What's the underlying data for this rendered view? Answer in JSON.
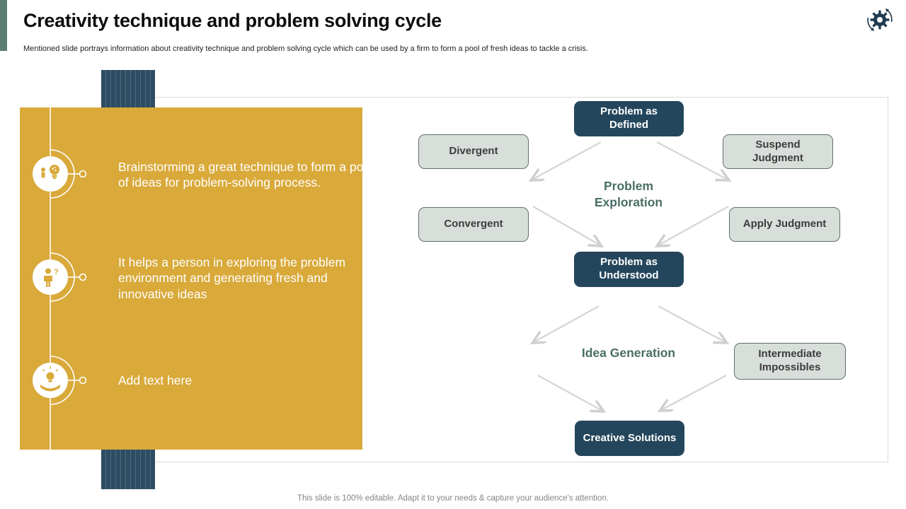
{
  "slide": {
    "title": "Creativity technique and problem solving cycle",
    "subtitle": "Mentioned slide portrays information about creativity technique and problem solving cycle which can be used by a firm to form a pool of fresh ideas to tackle a crisis.",
    "footer": "This slide is 100% editable. Adapt it to your needs & capture your audience's attention."
  },
  "colors": {
    "accent_yellow": "#D9A93A",
    "dark_navy": "#24465C",
    "light_box_fill": "#D8DED9",
    "light_box_border": "#5F6F68",
    "stage_text_teal": "#4A6E66",
    "left_bar_teal": "#5B7D74",
    "stripe_navy": "#2E4D63",
    "arrow_gray": "#D5D5D5"
  },
  "bullets": [
    {
      "icon": "bulb-person-icon",
      "text": "Brainstorming a great technique to form a pool of ideas for problem-solving process."
    },
    {
      "icon": "person-question-icon",
      "text": "It helps a person in exploring the problem environment and generating fresh and innovative ideas"
    },
    {
      "icon": "hand-bulb-icon",
      "text": "Add text here"
    }
  ],
  "flowchart": {
    "nodes": [
      {
        "label": "Problem as Defined",
        "type": "dark"
      },
      {
        "label": "Divergent",
        "type": "light"
      },
      {
        "label": "Suspend Judgment",
        "type": "light"
      },
      {
        "label": "Convergent",
        "type": "light"
      },
      {
        "label": "Apply Judgment",
        "type": "light"
      },
      {
        "label": "Problem as Understood",
        "type": "dark"
      },
      {
        "label": "Intermediate Impossibles",
        "type": "light"
      },
      {
        "label": "Creative Solutions",
        "type": "dark"
      }
    ],
    "stage_labels": [
      {
        "label": "Problem Exploration"
      },
      {
        "label": "Idea Generation"
      }
    ]
  }
}
